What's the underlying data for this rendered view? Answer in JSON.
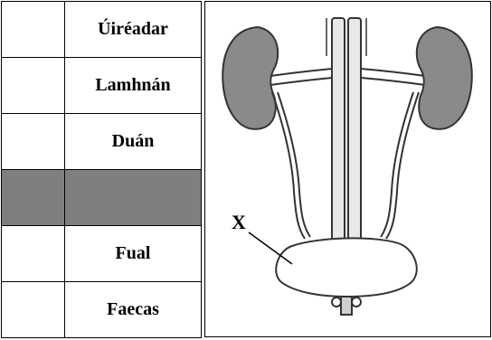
{
  "table": {
    "rows": [
      {
        "label": "Úiréadar"
      },
      {
        "label": "Lamhnán"
      },
      {
        "label": "Duán"
      },
      {
        "label": ""
      },
      {
        "label": "Fual"
      },
      {
        "label": "Faecas"
      }
    ]
  },
  "diagram": {
    "pointer_label": "X"
  }
}
